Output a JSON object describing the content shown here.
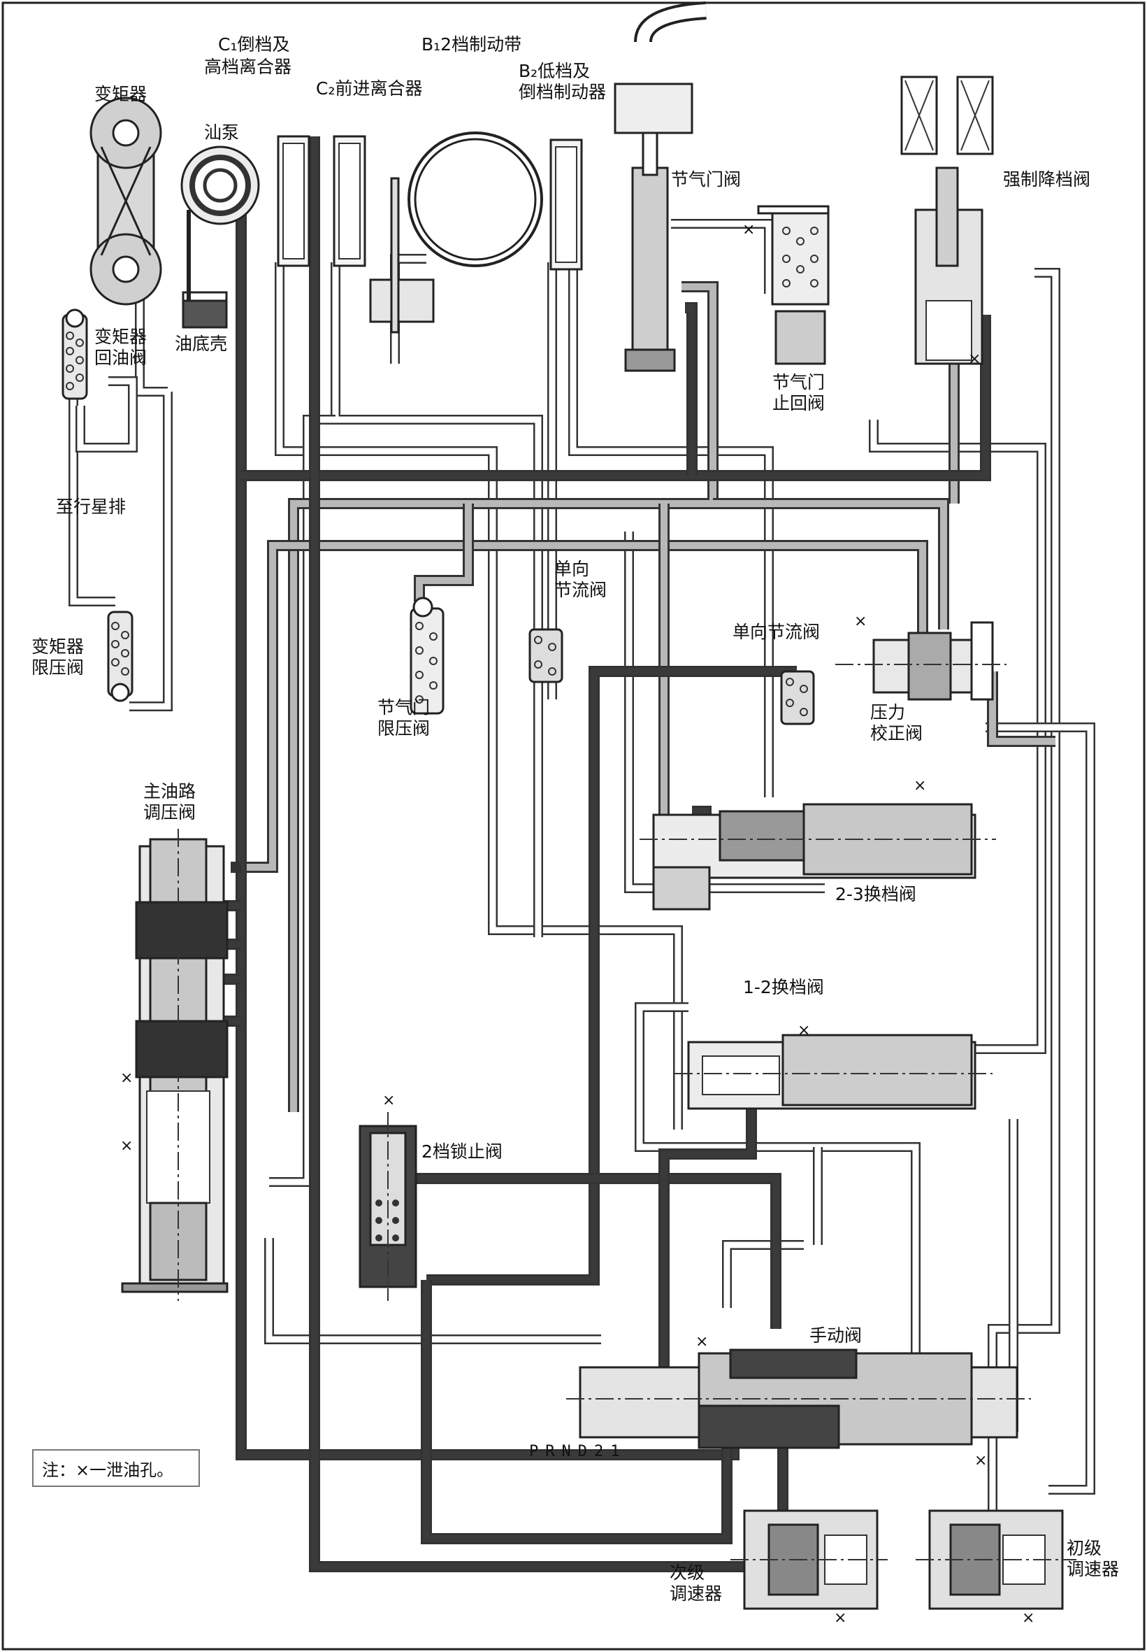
{
  "labels": {
    "torque_converter": "变矩器",
    "oil_pump": "汕泵",
    "oil_pan": "油底壳",
    "converter_return_valve": [
      "变矩器",
      "回油阀"
    ],
    "to_planetary": "至行星排",
    "converter_limit_valve": [
      "变矩器",
      "限压阀"
    ],
    "c1_clutch": [
      "C₁倒档及",
      "高档离合器"
    ],
    "c2_clutch": "C₂前进离合器",
    "b1_band": "B₁2档制动带",
    "b2_brake": [
      "B₂低档及",
      "倒档制动器"
    ],
    "throttle_valve": "节气门阀",
    "throttle_check_valve": [
      "节气门",
      "止回阀"
    ],
    "kickdown_valve": "强制降档阀",
    "one_way_orifice_1": [
      "单向",
      "节流阀"
    ],
    "one_way_orifice_2": "单向节流阀",
    "throttle_limit_valve": [
      "节气门",
      "限压阀"
    ],
    "pressure_correction_valve": [
      "压力",
      "校正阀"
    ],
    "main_regulator_valve": [
      "主油路",
      "调压阀"
    ],
    "shift_23_valve": "2-3换档阀",
    "shift_12_valve": "1-2换档阀",
    "second_lock_valve": "2档锁止阀",
    "manual_valve": "手动阀",
    "gear_positions": "PRND21",
    "secondary_governor": [
      "次级",
      "调速器"
    ],
    "primary_governor": [
      "初级",
      "调速器"
    ]
  },
  "note": "注：×一泄油孔。",
  "drain_mark": "×"
}
